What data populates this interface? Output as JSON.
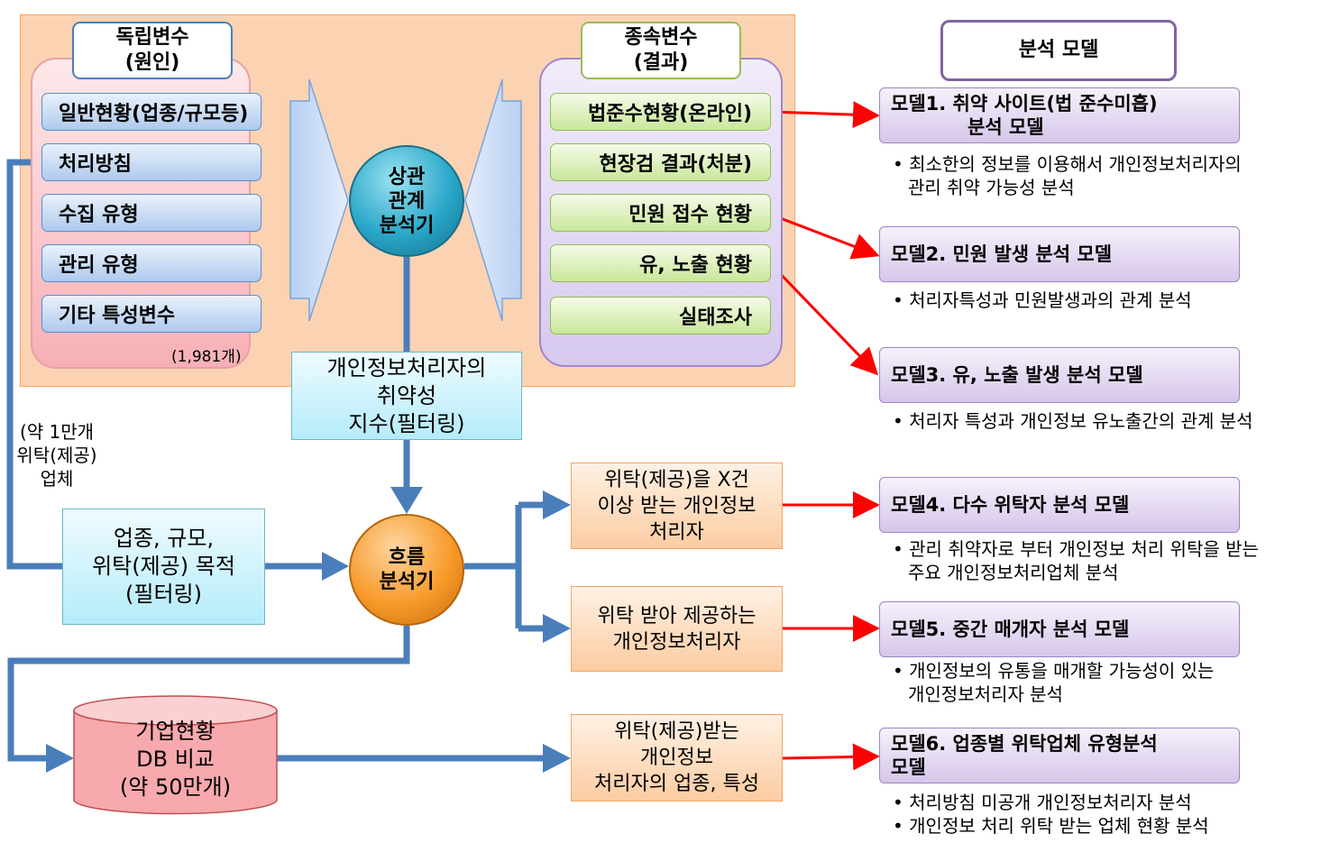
{
  "independent": {
    "header_line1": "독립변수",
    "header_line2": "(원인)",
    "items": [
      "일반현황(업종/규모등)",
      "처리방침",
      "수집 유형",
      "관리 유형",
      "기타 특성변수"
    ],
    "count": "(1,981개)"
  },
  "dependent": {
    "header_line1": "종속변수",
    "header_line2": "(결과)",
    "items": [
      "법준수현황(온라인)",
      "현장검 결과(처분)",
      "민원 접수 현황",
      "유, 노출 현황",
      "실태조사"
    ]
  },
  "correlation": {
    "line1": "상관",
    "line2": "관계",
    "line3": "분석기"
  },
  "flow": {
    "line1": "흐름",
    "line2": "분석기"
  },
  "filter_vulnerability": {
    "line1": "개인정보처리자의",
    "line2": "취약성",
    "line3": "지수(필터링)"
  },
  "filter_industry": {
    "line1": "업종, 규모,",
    "line2": "위탁(제공) 목적",
    "line3": "(필터링)"
  },
  "side_label": {
    "line1": "(약 1만개",
    "line2": "위탁(제공)",
    "line3": "업체"
  },
  "database": {
    "line1": "기업현황",
    "line2": "DB 비교",
    "line3": "(약 50만개)"
  },
  "outputs": [
    {
      "line1": "위탁(제공)을 X건",
      "line2": "이상 받는 개인정보",
      "line3": "처리자"
    },
    {
      "line1": "위탁 받아 제공하는",
      "line2": "개인정보처리자"
    },
    {
      "line1": "위탁(제공)받는",
      "line2": "개인정보",
      "line3": "처리자의 업종, 특성"
    }
  ],
  "models_header": "분석 모델",
  "models": [
    {
      "line1": "모델1. 취약 사이트(법 준수미흡)",
      "line2": "분석 모델",
      "desc": [
        "최소한의 정보를 이용해서 개인정보처리자의",
        "관리 취약 가능성 분석"
      ]
    },
    {
      "line1": "모델2. 민원 발생 분석 모델",
      "desc": [
        "처리자특성과 민원발생과의 관계 분석"
      ]
    },
    {
      "line1": "모델3. 유, 노출 발생 분석 모델",
      "desc": [
        "처리자 특성과 개인정보 유노출간의 관계 분석"
      ]
    },
    {
      "line1": "모델4. 다수 위탁자 분석 모델",
      "desc": [
        "관리 취약자로 부터 개인정보 처리 위탁을 받는",
        "주요 개인정보처리업체 분석"
      ]
    },
    {
      "line1": "모델5. 중간 매개자 분석 모델",
      "desc": [
        "개인정보의 유통을 매개할 가능성이 있는",
        "개인정보처리자 분석"
      ]
    },
    {
      "line1": "모델6. 업종별 위탁업체 유형분석",
      "line2": "모델",
      "desc": [
        "처리방침 미공개 개인정보처리자 분석",
        "개인정보 처리 위탁 받는 업체 현황 분석"
      ]
    }
  ],
  "colors": {
    "flow_arrow": "#4a7ebb",
    "model_arrow": "#ff0000",
    "panel": "#fbd3b3"
  }
}
